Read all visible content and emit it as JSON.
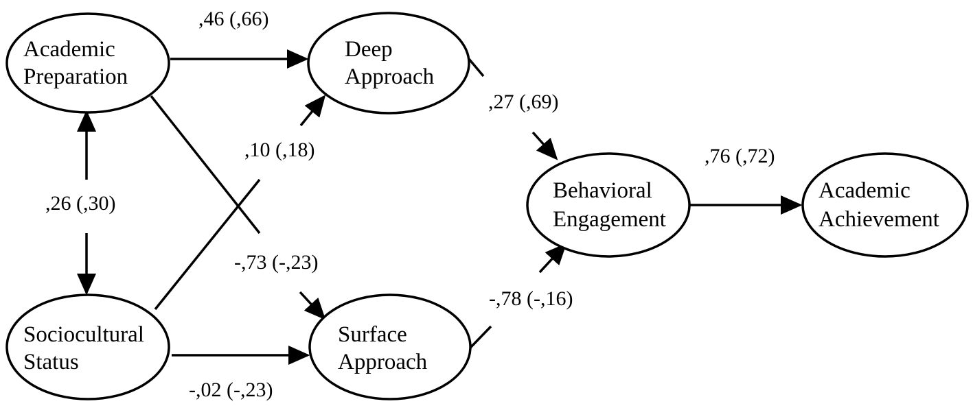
{
  "nodes": {
    "academic_preparation": {
      "line1": "Academic",
      "line2": "Preparation"
    },
    "sociocultural_status": {
      "line1": "Sociocultural",
      "line2": "Status"
    },
    "deep_approach": {
      "line1": "Deep",
      "line2": "Approach"
    },
    "surface_approach": {
      "line1": "Surface",
      "line2": "Approach"
    },
    "behavioral_engagement": {
      "line1": "Behavioral",
      "line2": "Engagement"
    },
    "academic_achievement": {
      "line1": "Academic",
      "line2": "Achievement"
    }
  },
  "paths": {
    "prep_to_deep": ",46 (,66)",
    "status_to_deep": ",10 (,18)",
    "prep_status_correlation": ",26 (,30)",
    "prep_to_surface": "-,73 (-,23)",
    "status_to_surface": "-,02 (-,23)",
    "deep_to_engagement": ",27 (,69)",
    "surface_to_engagement": "-,78 (-,16)",
    "engagement_to_achievement": ",76 (,72)"
  },
  "colors": {
    "stroke": "#000000",
    "background": "#ffffff"
  }
}
